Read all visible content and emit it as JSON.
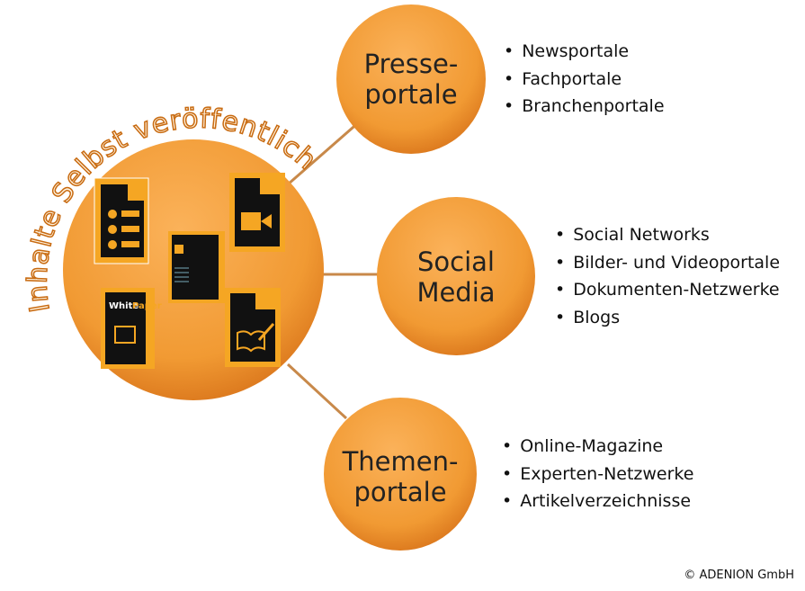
{
  "center": {
    "title": "Inhalte Selbst veröffentlichen",
    "whitepaper_label_1": "White",
    "whitepaper_label_2": "Paper"
  },
  "nodes": [
    {
      "title_line1": "Presse-",
      "title_line2": "portale",
      "items": [
        "Newsportale",
        "Fachportale",
        "Branchenportale"
      ]
    },
    {
      "title_line1": "Social",
      "title_line2": "Media",
      "items": [
        "Social Networks",
        "Bilder- und Videoportale",
        "Dokumenten-Netzwerke",
        "Blogs"
      ]
    },
    {
      "title_line1": "Themen-",
      "title_line2": "portale",
      "items": [
        "Online-Magazine",
        "Experten-Netzwerke",
        "Artikelverzeichnisse"
      ]
    }
  ],
  "copyright": "© ADENION GmbH",
  "colors": {
    "orange": "#f39a2e",
    "dark_orange": "#d9761a",
    "line": "#c8894a",
    "icon_bg": "#f5a623"
  }
}
